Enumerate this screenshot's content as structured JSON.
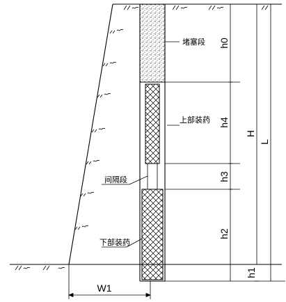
{
  "labels": {
    "stemming": "堵塞段",
    "upper_charge": "上部装药",
    "interval": "间隔段",
    "lower_charge": "下部装药"
  },
  "dimensions": {
    "h0": "h0",
    "h4": "h4",
    "h3": "h3",
    "h2": "h2",
    "h1": "h1",
    "H": "H",
    "L": "L",
    "W1": "W1"
  }
}
